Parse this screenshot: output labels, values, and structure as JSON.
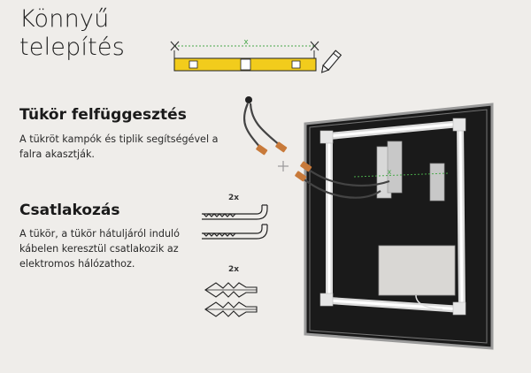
{
  "title_line1": "Könnyű",
  "title_line2": "telepítés",
  "section1": {
    "heading": "Tükör felfüggesztés",
    "text": "A tükröt kampók és tiplik segítségével a falra akasztják."
  },
  "section2": {
    "heading": "Csatlakozás",
    "text": "A tükör, a tükör hátuljáról induló kábelen keresztül csatlakozik az elektromos hálózathoz."
  },
  "hooks_qty": "2x",
  "dowels_qty": "2x",
  "level_mark": "x",
  "mount_mark": "x",
  "colors": {
    "background": "#efedea",
    "level": "#f2cc1c",
    "connector": "#c87a3a",
    "mirror_back": "#1a1a1a"
  }
}
